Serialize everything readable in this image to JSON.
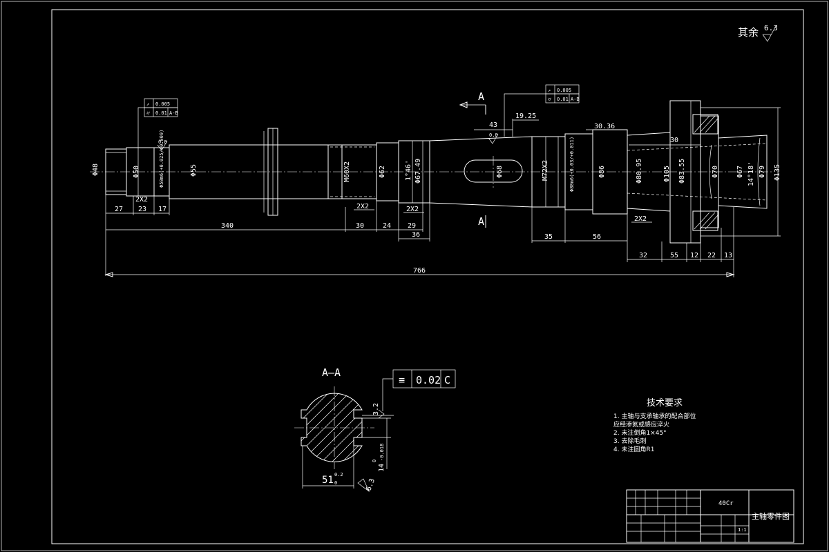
{
  "roughness_note": {
    "label": "其余",
    "value": "6.3"
  },
  "section_marks": {
    "top": "A",
    "bottom": "A"
  },
  "section_view": {
    "title": "A—A",
    "tolerance": {
      "symbol": "≡",
      "value": "0.02",
      "datum": "C"
    },
    "roughness_top": "3.2",
    "roughness_bottom": "6.3",
    "width_dim": {
      "base": "51",
      "upper": "0.2",
      "lower": "0"
    },
    "keyway_dim": {
      "base": "14",
      "upper": "0",
      "lower": "-0.018"
    }
  },
  "left_tolerance": [
    {
      "symbol": "↗",
      "value": "0.005",
      "datum": ""
    },
    {
      "symbol": "⌭",
      "value": "0.01",
      "datum": "A-B"
    }
  ],
  "mid_tolerance": [
    {
      "symbol": "↗",
      "value": "0.005",
      "datum": ""
    },
    {
      "symbol": "⌭",
      "value": "0.01",
      "datum": "A-B"
    }
  ],
  "diameters": {
    "d48": "Φ48",
    "d50": "Φ50",
    "d50fit": "Φ50m6(+0.025/+0.009)",
    "d55": "Φ55",
    "m60": "M60X2",
    "d62": "Φ62",
    "angle1": "1°46'",
    "d67": "Φ67.49",
    "d68": "Φ68",
    "m72": "M72X2",
    "d80fit": "Φ80m6(+0.03/+0.011)",
    "d86": "Φ86",
    "d80c": "Φ80.95",
    "d105": "Φ105",
    "d83": "Φ83.55",
    "d70": "Φ70",
    "d67b": "Φ67",
    "angle2": "14°18'",
    "d79": "Φ79",
    "d135": "Φ135"
  },
  "roughness_marks": {
    "r1": "0.8",
    "r2": "0.8"
  },
  "dims_top": {
    "d43": "43",
    "d1925": "19.25",
    "d3036": "30.36",
    "d30": "30"
  },
  "chamfers": {
    "c1": "2X2",
    "c2": "2X2",
    "c3": "2X2",
    "c4": "2X2"
  },
  "dims_row1": {
    "d27": "27",
    "d23": "23",
    "d17": "17"
  },
  "dims_row2": {
    "d340": "340",
    "d30": "30",
    "d24": "24",
    "d29": "29",
    "d36": "36",
    "d35": "35",
    "d56": "56"
  },
  "dims_row3": {
    "d32": "32",
    "d55": "55",
    "d12": "12",
    "d22": "22",
    "d13": "13"
  },
  "overall_length": "766",
  "tech_req": {
    "title": "技术要求",
    "items": [
      "1. 主轴与支承轴承的配合部位",
      "   应经渗氮或感应淬火",
      "2. 未注倒角1×45°",
      "3. 去除毛刺",
      "4. 未注圆角R1"
    ]
  },
  "title_block": {
    "material": "40Cr",
    "drawing_name": "主轴零件图",
    "scale": "1:1"
  }
}
